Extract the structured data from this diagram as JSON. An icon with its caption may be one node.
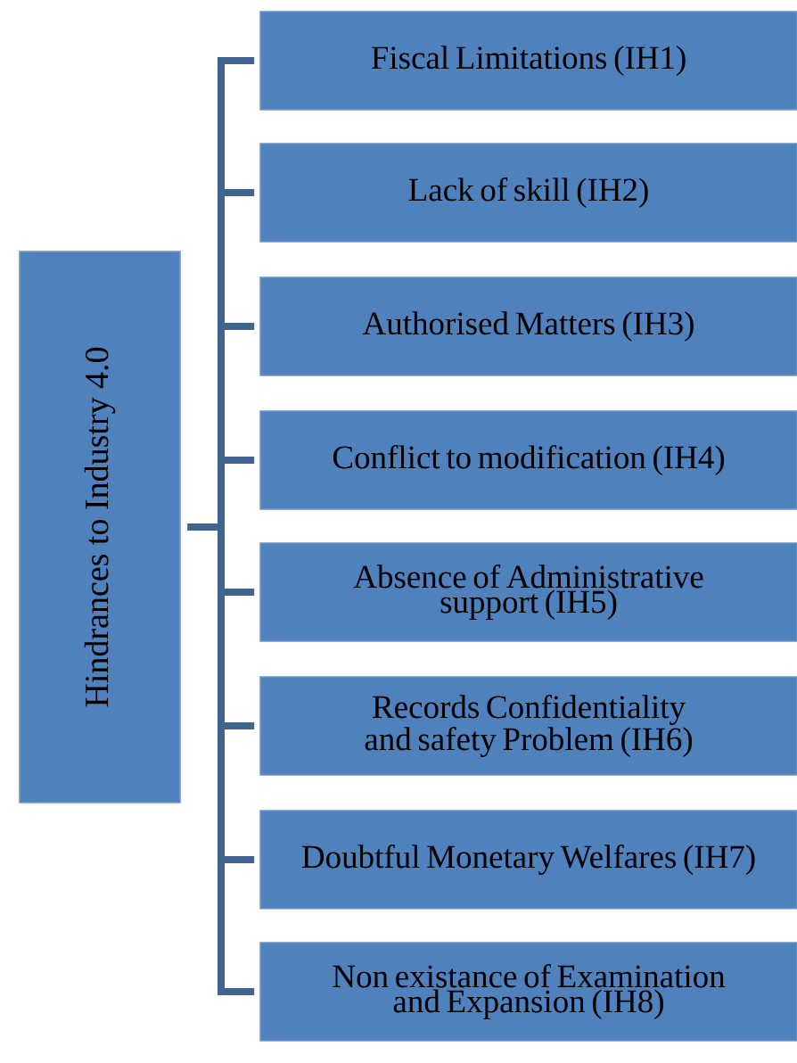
{
  "diagram": {
    "nodes": [
      {
        "text": [
          "Hindrances  to Industry 4.0"
        ]
      },
      {
        "text": [
          "Fiscal Limitations (IH1)"
        ]
      },
      {
        "text": [
          "Lack of skill (IH2)"
        ]
      },
      {
        "text": [
          "Authorised Matters (IH3)"
        ]
      },
      {
        "text": [
          "Conflict to modification (IH4)"
        ]
      },
      {
        "text": [
          "Absence of Administrative support (IH5)"
        ]
      },
      {
        "text": [
          "Records Confidentiality and safety Problem (IH6)"
        ]
      },
      {
        "text": [
          "Doubtful Monetary Welfares (IH7)"
        ]
      },
      {
        "text": [
          "Non existance of Examination and Expansion (IH8)"
        ]
      }
    ],
    "edges": [
      {
        "from": 0,
        "to": 1,
        "arrow": "none"
      },
      {
        "from": 0,
        "to": 2,
        "arrow": "none"
      },
      {
        "from": 0,
        "to": 3,
        "arrow": "none"
      },
      {
        "from": 0,
        "to": 4,
        "arrow": "none"
      },
      {
        "from": 0,
        "to": 5,
        "arrow": "none"
      },
      {
        "from": 0,
        "to": 6,
        "arrow": "none"
      },
      {
        "from": 0,
        "to": 7,
        "arrow": "none"
      },
      {
        "from": 0,
        "to": 8,
        "arrow": "none"
      }
    ]
  }
}
